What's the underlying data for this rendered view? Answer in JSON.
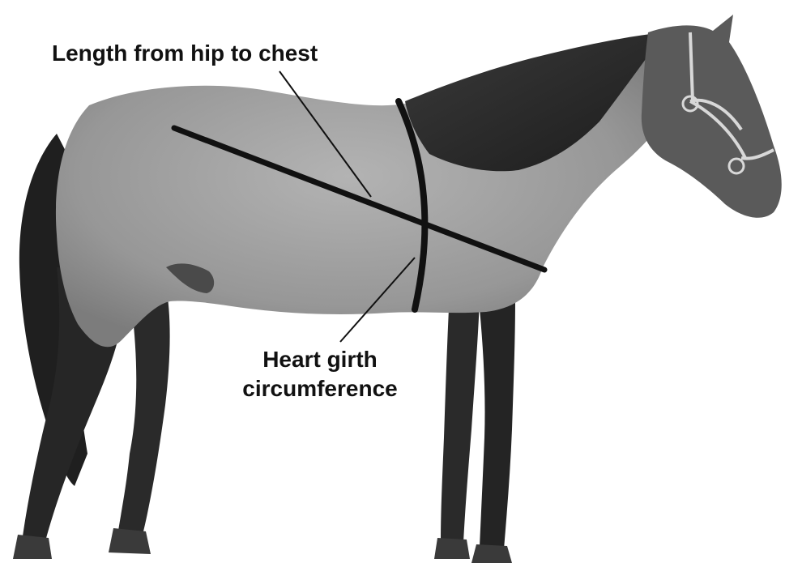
{
  "labels": {
    "length": "Length from hip to chest",
    "girth_line1": "Heart girth",
    "girth_line2": "circumference"
  },
  "colors": {
    "background": "#ffffff",
    "coat": "#9a9a9a",
    "dark_points": "#2b2b2b",
    "measure_lines": "#111111"
  }
}
